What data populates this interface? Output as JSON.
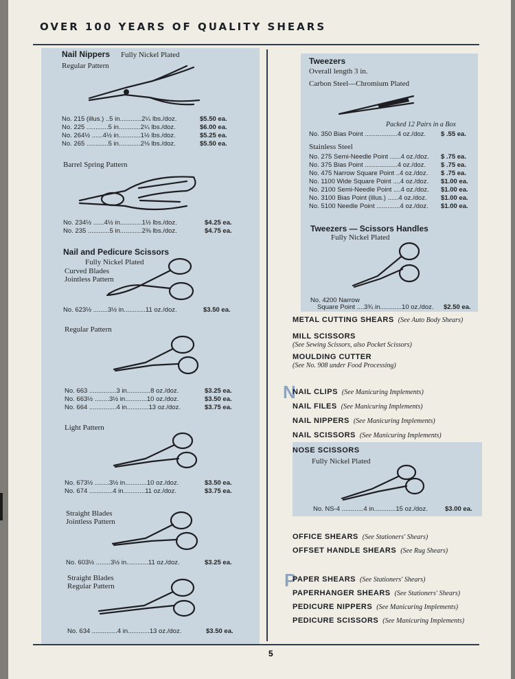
{
  "header": "OVER 100 YEARS OF QUALITY SHEARS",
  "page_number": "5",
  "left": {
    "nail_nippers": {
      "title": "Nail Nippers",
      "subtitle": "Fully Nickel Plated",
      "pattern1": "Regular Pattern",
      "rows1": [
        {
          "desc": "No. 215 (illus.) ..5 in............2¼ lbs./doz.",
          "price": "$5.50 ea."
        },
        {
          "desc": "No. 225 ............5 in............2¼ lbs./doz.",
          "price": "$6.00 ea."
        },
        {
          "desc": "No. 264½ ......4½ in............1½ lbs./doz.",
          "price": "$5.25 ea."
        },
        {
          "desc": "No. 265 ............5 in............2⅛ lbs./doz.",
          "price": "$5.50 ea."
        }
      ],
      "pattern2": "Barrel Spring Pattern",
      "rows2": [
        {
          "desc": "No. 234½ ......4½ in............1½ lbs./doz.",
          "price": "$4.25 ea."
        },
        {
          "desc": "No. 235 ............5 in............2⅜ lbs./doz.",
          "price": "$4.75 ea."
        }
      ]
    },
    "nail_pedicure": {
      "title": "Nail and Pedicure Scissors",
      "subtitle": "Fully Nickel Plated",
      "line1": "Curved Blades",
      "line2": "Jointless Pattern",
      "rows_curved": [
        {
          "desc": "No. 623½ ........3½ in............11 oz./doz.",
          "price": "$3.50 ea."
        }
      ],
      "regular": "Regular Pattern",
      "rows_regular": [
        {
          "desc": "No. 663 ...............3 in.............8 oz./doz.",
          "price": "$3.25 ea."
        },
        {
          "desc": "No. 663½ ........3½ in............10 oz./doz.",
          "price": "$3.50 ea."
        },
        {
          "desc": "No. 664 ...............4 in............13 oz./doz.",
          "price": "$3.75 ea."
        }
      ],
      "light": "Light Pattern",
      "rows_light": [
        {
          "desc": "No. 673½ ........3½ in............10 oz./doz.",
          "price": "$3.50 ea."
        },
        {
          "desc": "No. 674 .............4 in............11 oz./doz.",
          "price": "$3.75 ea."
        }
      ],
      "straight1": "Straight Blades",
      "straight1b": "Jointless Pattern",
      "rows_straight1": [
        {
          "desc": "No. 603½ ........3½ in............11 oz./doz.",
          "price": "$3.25 ea."
        }
      ],
      "straight2": "Straight Blades",
      "straight2b": "Regular Pattern",
      "rows_straight2": [
        {
          "desc": "No. 634 ..............4 in............13 oz./doz.",
          "price": "$3.50 ea."
        }
      ]
    }
  },
  "right": {
    "tweezers": {
      "title": "Tweezers",
      "line1": "Overall length 3 in.",
      "line2": "Carbon Steel—Chromium Plated",
      "packed": "Packed 12 Pairs in a Box",
      "row_carbon": {
        "desc": "No. 350 Bias Point ..................4 oz./doz.",
        "price": "$ .55 ea."
      },
      "stainless": "Stainless Steel",
      "rows_stainless": [
        {
          "desc": "No. 275 Semi-Needle Point ......4 oz./doz.",
          "price": "$ .75 ea."
        },
        {
          "desc": "No. 375 Bias Point ..................4 oz./doz.",
          "price": "$ .75 ea."
        },
        {
          "desc": "No. 475 Narrow Square Point ..4 oz./doz.",
          "price": "$ .75 ea."
        },
        {
          "desc": "No. 1100 Wide Square Point ....4 oz./doz.",
          "price": "$1.00 ea."
        },
        {
          "desc": "No. 2100 Semi-Needle Point ....4 oz./doz.",
          "price": "$1.00 ea."
        },
        {
          "desc": "No. 3100 Bias Point (illus.) ......4 oz./doz.",
          "price": "$1.00 ea."
        },
        {
          "desc": "No. 5100 Needle Point .............4 oz./doz.",
          "price": "$1.00 ea."
        }
      ]
    },
    "tweezers_handles": {
      "title": "Tweezers — Scissors Handles",
      "subtitle": "Fully Nickel Plated",
      "row_line1": "No. 4200 Narrow",
      "row_line2": "Square Point ....3¾ in............10 oz./doz.",
      "price": "$2.50 ea."
    },
    "cats_m": [
      {
        "name": "METAL CUTTING SHEARS",
        "see": "(See Auto Body Shears)"
      },
      {
        "name": "MILL SCISSORS",
        "see": "(See Sewing Scissors, also Pocket Scissors)"
      },
      {
        "name": "MOULDING CUTTER",
        "see": "(See No. 908 under Food Processing)"
      }
    ],
    "dropcap_n": "N",
    "cats_n": [
      {
        "name": "NAIL CLIPS",
        "see": "(See Manicuring Implements)"
      },
      {
        "name": "NAIL FILES",
        "see": "(See Manicuring Implements)"
      },
      {
        "name": "NAIL NIPPERS",
        "see": "(See Manicuring Implements)"
      },
      {
        "name": "NAIL SCISSORS",
        "see": "(See Manicuring Implements)"
      }
    ],
    "nose": {
      "title": "NOSE SCISSORS",
      "subtitle": "Fully Nickel Plated",
      "row": "No. NS-4 ............4 in............15 oz./doz.",
      "price": "$3.00 ea."
    },
    "cats_o": [
      {
        "name": "OFFICE SHEARS",
        "see": "(See Stationers' Shears)"
      },
      {
        "name": "OFFSET HANDLE SHEARS",
        "see": "(See Rug Shears)"
      }
    ],
    "dropcap_p": "P",
    "cats_p": [
      {
        "name": "PAPER SHEARS",
        "see": "(See Stationers' Shears)"
      },
      {
        "name": "PAPERHANGER SHEARS",
        "see": "(See Stationers' Shears)"
      },
      {
        "name": "PEDICURE NIPPERS",
        "see": "(See Manicuring Implements)"
      },
      {
        "name": "PEDICURE SCISSORS",
        "see": "(See Manicuring Implements)"
      }
    ]
  }
}
